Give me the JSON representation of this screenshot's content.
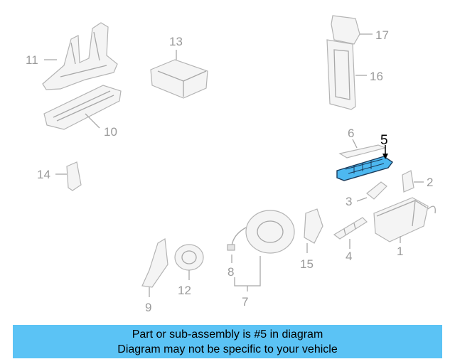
{
  "diagram": {
    "highlight_color": "#4db8f0",
    "highlighted_part": "5",
    "callouts": [
      "1",
      "2",
      "3",
      "4",
      "5",
      "6",
      "7",
      "8",
      "9",
      "10",
      "11",
      "12",
      "13",
      "14",
      "15",
      "16",
      "17"
    ]
  },
  "banner": {
    "line1": "Part or sub-assembly is #5 in diagram",
    "line2": "Diagram may not be specific to your vehicle",
    "color": "#5bc3f5"
  }
}
